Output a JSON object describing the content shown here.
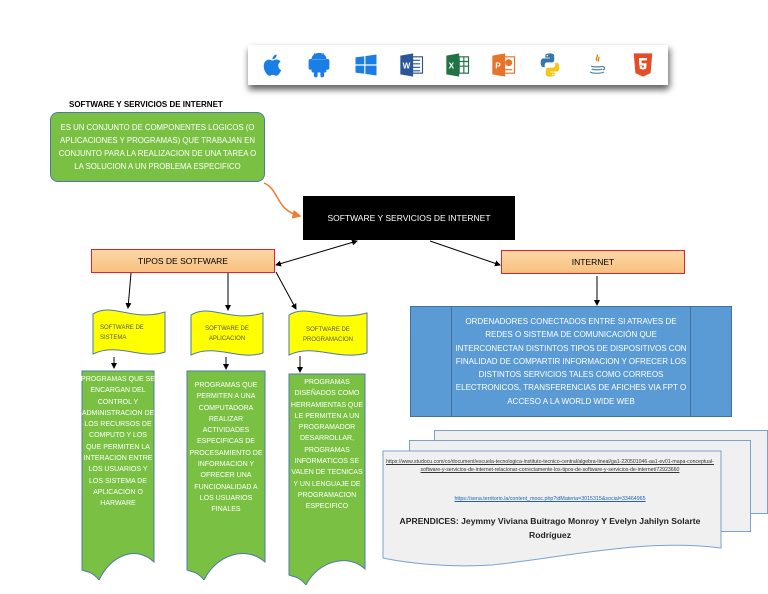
{
  "icon_bar": {
    "icons": [
      "apple-icon",
      "android-icon",
      "windows-icon",
      "word-icon",
      "excel-icon",
      "powerpoint-icon",
      "python-icon",
      "java-icon",
      "html5-icon"
    ],
    "colors": {
      "apple": "#1a7ee6",
      "android": "#1a7ee6",
      "windows": "#1a7ee6",
      "word": "#2b579a",
      "excel": "#217346",
      "powerpoint": "#e8742c",
      "python_blue": "#3776ab",
      "python_yellow": "#f5c518",
      "java_red": "#e76f00",
      "java_blue": "#5382a1",
      "html5": "#e44d26"
    }
  },
  "heading": "SOFTWARE Y SERVICIOS DE INTERNET",
  "definition": "ES UN CONJUNTO DE COMPONENTES LOGICOS (O APLICACIONES Y PROGRAMAS) QUE TRABAJAN EN CONJUNTO PARA LA REALIZACION DE UNA TAREA O LA SOLUCION A UN PROBLEMA ESPECIFICO",
  "central_node": "SOFTWARE Y SERVICIOS DE INTERNET",
  "branches": {
    "software_types": {
      "label": "TIPOS DE SOTFWARE",
      "items": [
        {
          "label": "SOFTWARE DE SISTEMA",
          "description": "PROGRAMAS QUE SE ENCARGAN DEL CONTROL Y ADMINISTRACION DE LOS RECURSOS DE COMPUTO Y LOS QUE PERMITEN LA INTERACION ENTRE LOS USUARIOS Y LOS SISTEMA DE APLICACIÓN O HARWARE"
        },
        {
          "label": "SOFTWARE DE APLICACION",
          "description": "PROGRAMAS QUE PERMITEN A UNA COMPUTADORA REALIZAR ACTIVIDADES ESPECIFICAS DE PROCESAMIENTO DE INFORMACION Y OFRECER UNA FUNCIONALIDAD A LOS USUARIOS FINALES"
        },
        {
          "label": "SOFTWARE DE PROGRAMACION",
          "description": "PROGRAMAS DISEÑADOS COMO HERRAMIENTAS QUE LE PERMITEN A UN PROGRAMADOR DESARROLLAR, PROGRAMAS INFORMATICOS SE VALEN DE TECNICAS Y UN LENGUAJE DE PROGRAMACION ESPECIFICO"
        }
      ]
    },
    "internet": {
      "label": "INTERNET",
      "description": "ORDENADORES CONECTADOS ENTRE SI ATRAVES DE REDES O SISTEMA DE COMUNICACIÓN QUE INTERCONECTAN DISTINTOS TIPOS DE DISPOSITIVOS CON FINALIDAD DE COMPARTIR INFORMACION Y OFRECER LOS DISTINTOS SERVICIOS TALES COMO CORREOS ELECTRONICOS, TRANSFERENCIAS DE AFICHES VIA FPT O ACCESO A LA WORLD WIDE WEB"
    }
  },
  "references": {
    "link1": "https://www.studocu.com/co/document/escuela-tecnologica-instituto-tecnico-central/algebra-lineal/ga1-220501046-aa1-ev01-mapa-conceptual-software-y-servicios-de-internet-relacionar-correctamente-los-tipos-de-software-y-servicios-de-internet/72923660",
    "link2": "https://sena.territorio.la/content_mooc.php?idMateria=3015315&social=33464965",
    "authors": "APRENDICES: Jeymmy Viviana Buitrago Monroy Y Evelyn Jahilyn Solarte Rodríguez"
  },
  "colors": {
    "definition_fill": "#7ac143",
    "central_fill": "#000000",
    "branch_fill": "#fbc98a",
    "branch_border": "#e8202a",
    "flag_fill": "#ffff00",
    "description_fill": "#7ac143",
    "internet_desc_fill": "#5b9bd5",
    "connector_orange": "#ed7d31"
  }
}
